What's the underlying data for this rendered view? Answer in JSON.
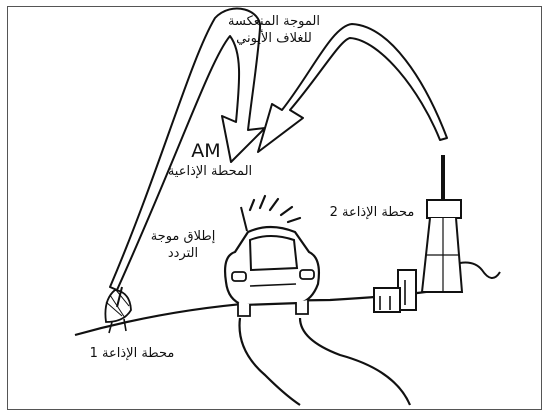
{
  "labels": {
    "reflected_wave_line1": "الموجة المنعكسة",
    "reflected_wave_line2": "للغلاف الأيوني",
    "am": "AM",
    "am_station": "المحطة الإذاعية",
    "freq_release_line1": "إطلاق موجة",
    "freq_release_line2": "التردد",
    "station_2": "محطة الإذاعة 2",
    "station_1": "محطة الإذاعة 1"
  },
  "colors": {
    "stroke": "#111111",
    "background": "#ffffff",
    "frame": "#555555"
  }
}
